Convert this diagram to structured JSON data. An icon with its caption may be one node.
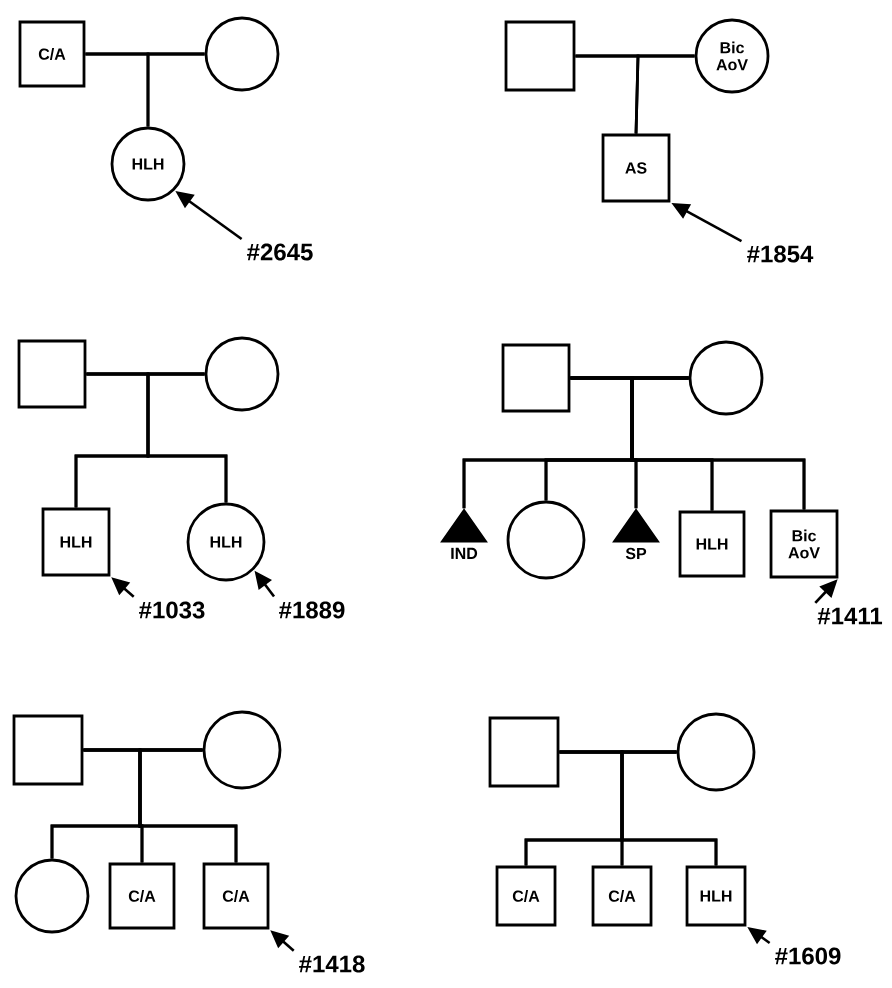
{
  "diagram": {
    "nodes": [
      {
        "text": [
          "C/A"
        ]
      },
      {
        "text": [],
        "shape": "circle"
      },
      {
        "text": [
          "HLH"
        ]
      },
      {
        "text": [
          "#2645"
        ]
      },
      {
        "text": [],
        "shape": "box"
      },
      {
        "text": [
          "Bic AoV"
        ]
      },
      {
        "text": [
          "AS"
        ]
      },
      {
        "text": [
          "#1854"
        ]
      },
      {
        "text": [],
        "shape": "box"
      },
      {
        "text": [],
        "shape": "circle"
      },
      {
        "text": [
          "HLH"
        ]
      },
      {
        "text": [
          "HLH"
        ]
      },
      {
        "text": [
          "#1033"
        ]
      },
      {
        "text": [
          "#1889"
        ]
      },
      {
        "text": [],
        "shape": "box"
      },
      {
        "text": [],
        "shape": "circle"
      },
      {
        "text": [],
        "shape": "triangle",
        "beside": [
          "IND"
        ]
      },
      {
        "text": [],
        "shape": "circle"
      },
      {
        "text": [],
        "shape": "triangle",
        "beside": [
          "SP"
        ]
      },
      {
        "text": [
          "HLH"
        ]
      },
      {
        "text": [
          "Bic AoV"
        ]
      },
      {
        "text": [
          "#1411"
        ]
      },
      {
        "text": [],
        "shape": "box"
      },
      {
        "text": [],
        "shape": "circle"
      },
      {
        "text": [],
        "shape": "circle"
      },
      {
        "text": [
          "C/A"
        ]
      },
      {
        "text": [
          "C/A"
        ]
      },
      {
        "text": [
          "#1418"
        ]
      },
      {
        "text": [],
        "shape": "box"
      },
      {
        "text": [],
        "shape": "circle"
      },
      {
        "text": [
          "C/A"
        ]
      },
      {
        "text": [
          "C/A"
        ]
      },
      {
        "text": [
          "HLH"
        ]
      },
      {
        "text": [
          "#1609"
        ]
      }
    ],
    "edges": [
      {
        "from": 0,
        "to": 1,
        "arrow": "none"
      },
      {
        "from": 0,
        "to": 2,
        "arrow": "none"
      },
      {
        "from": 1,
        "to": 2,
        "arrow": "none"
      },
      {
        "from": 3,
        "to": 2,
        "arrow": "to"
      },
      {
        "from": 4,
        "to": 5,
        "arrow": "none"
      },
      {
        "from": 4,
        "to": 6,
        "arrow": "none"
      },
      {
        "from": 5,
        "to": 6,
        "arrow": "none"
      },
      {
        "from": 7,
        "to": 6,
        "arrow": "to"
      },
      {
        "from": 8,
        "to": 9,
        "arrow": "none"
      },
      {
        "from": 8,
        "to": 10,
        "arrow": "none"
      },
      {
        "from": 9,
        "to": 10,
        "arrow": "none"
      },
      {
        "from": 8,
        "to": 11,
        "arrow": "none"
      },
      {
        "from": 9,
        "to": 11,
        "arrow": "none"
      },
      {
        "from": 12,
        "to": 10,
        "arrow": "to"
      },
      {
        "from": 13,
        "to": 11,
        "arrow": "to"
      },
      {
        "from": 14,
        "to": 15,
        "arrow": "none"
      },
      {
        "from": 14,
        "to": 16,
        "arrow": "none"
      },
      {
        "from": 15,
        "to": 16,
        "arrow": "none"
      },
      {
        "from": 14,
        "to": 17,
        "arrow": "none"
      },
      {
        "from": 15,
        "to": 17,
        "arrow": "none"
      },
      {
        "from": 14,
        "to": 18,
        "arrow": "none"
      },
      {
        "from": 15,
        "to": 18,
        "arrow": "none"
      },
      {
        "from": 14,
        "to": 19,
        "arrow": "none"
      },
      {
        "from": 15,
        "to": 19,
        "arrow": "none"
      },
      {
        "from": 14,
        "to": 20,
        "arrow": "none"
      },
      {
        "from": 15,
        "to": 20,
        "arrow": "none"
      },
      {
        "from": 21,
        "to": 20,
        "arrow": "to"
      },
      {
        "from": 22,
        "to": 23,
        "arrow": "none"
      },
      {
        "from": 22,
        "to": 24,
        "arrow": "none"
      },
      {
        "from": 23,
        "to": 24,
        "arrow": "none"
      },
      {
        "from": 22,
        "to": 25,
        "arrow": "none"
      },
      {
        "from": 23,
        "to": 25,
        "arrow": "none"
      },
      {
        "from": 22,
        "to": 26,
        "arrow": "none"
      },
      {
        "from": 23,
        "to": 26,
        "arrow": "none"
      },
      {
        "from": 27,
        "to": 26,
        "arrow": "to"
      },
      {
        "from": 28,
        "to": 29,
        "arrow": "none"
      },
      {
        "from": 28,
        "to": 30,
        "arrow": "none"
      },
      {
        "from": 29,
        "to": 30,
        "arrow": "none"
      },
      {
        "from": 28,
        "to": 31,
        "arrow": "none"
      },
      {
        "from": 29,
        "to": 31,
        "arrow": "none"
      },
      {
        "from": 28,
        "to": 32,
        "arrow": "none"
      },
      {
        "from": 29,
        "to": 32,
        "arrow": "none"
      },
      {
        "from": 33,
        "to": 32,
        "arrow": "to"
      }
    ]
  }
}
